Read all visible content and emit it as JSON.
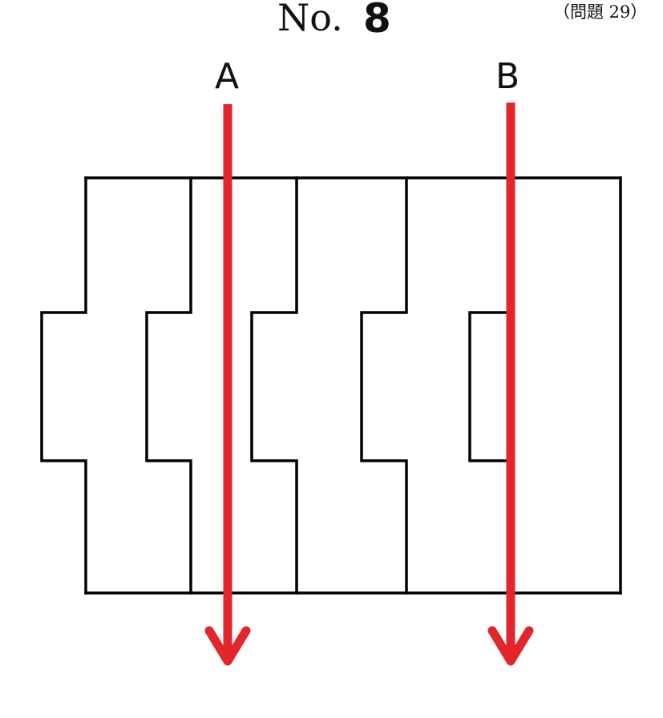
{
  "header": {
    "no_label": "No.",
    "number": "8",
    "question_ref": "（問題 29）"
  },
  "arrows": [
    {
      "label": "A"
    },
    {
      "label": "B"
    }
  ],
  "colors": {
    "arrow": "#e3262b",
    "outline": "#000000",
    "background": "#ffffff"
  }
}
